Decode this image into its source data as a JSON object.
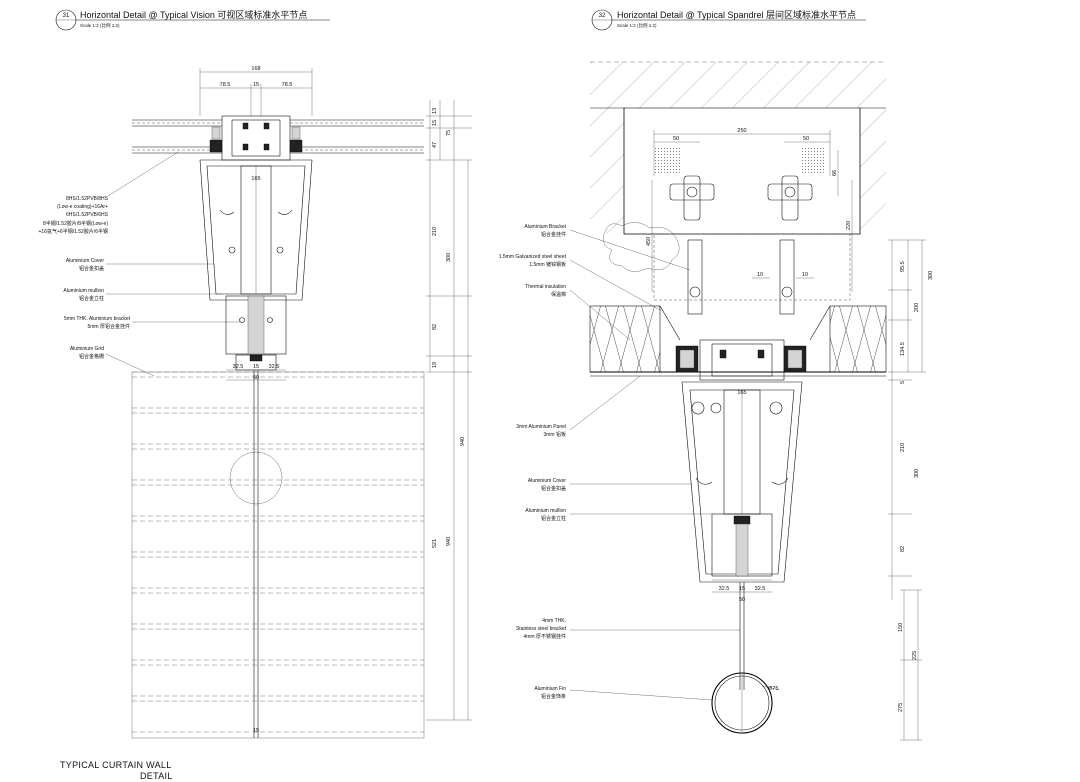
{
  "sheet": {
    "footer_line1": "TYPICAL CURTAIN WALL",
    "footer_line2": "DETAIL"
  },
  "detail_left": {
    "number": "31",
    "title": "Horizontal Detail @ Typical Vision 可视区域标准水平节点",
    "scale": "Scale 1:2 (比例 1:2)",
    "labels": {
      "glass_en_1": "8HS/1.52PVB/8HS",
      "glass_en_2": "(Low-e coating)+16Ar+",
      "glass_en_3": "6HS/1.52PVB/6HS",
      "glass_cn_1": "8半钢/1.52胶片/8半钢(Low-e)",
      "glass_cn_2": "+16氩气+6半钢/1.52胶片/6半钢",
      "cover_en": "Aluminium Cover",
      "cover_cn": "铝合金扣盖",
      "mullion_en": "Aluminium mullion",
      "mullion_cn": "铝合金立柱",
      "bracket_en": "5mm THK. Aluminium bracket",
      "bracket_cn": "5mm 厚铝合金挂件",
      "grid_en": "Aluminium Grid",
      "grid_cn": "铝合金格栅"
    },
    "dims": {
      "top": "168",
      "top_left": "78.5",
      "top_mid": "15",
      "top_right": "78.5",
      "inner": "165",
      "base_left": "32.5",
      "base_mid": "15",
      "base_right": "32.5",
      "base_total": "50",
      "r1": "13",
      "r2": "15",
      "r3": "47",
      "r_total": "75",
      "v1": "210",
      "v2": "82",
      "v_sum": "300",
      "v3": "19",
      "v4": "521",
      "v_long": "940",
      "v_total": "940",
      "bottom": "15"
    }
  },
  "detail_right": {
    "number": "32",
    "title": "Horizontal Detail @ Typical Spandrel 层间区域标准水平节点",
    "scale": "Scale 1:2 (比例 1:2)",
    "labels": {
      "bracket_en": "Aluminium Bracket",
      "bracket_cn": "铝合金挂件",
      "steel_en": "1.5mm Galvanized steel sheet",
      "steel_cn": "1.5mm 镀锌钢板",
      "insul_en": "Thermal insulation",
      "insul_cn": "保温棉",
      "panel_en": "3mm Aluminium Panel",
      "panel_cn": "3mm 铝板",
      "cover_en": "Aluminium Cover",
      "cover_cn": "铝合金扣盖",
      "mullion_en": "Aluminium mullion",
      "mullion_cn": "铝合金立柱",
      "ss_en_1": "4mm THK.",
      "ss_en_2": "Stainless steel bracket",
      "ss_cn": "4mm 厚不锈钢挂件",
      "fin_en": "Aluminium Fin",
      "fin_cn": "铝合金饰条"
    },
    "dims": {
      "top": "250",
      "top_left": "50",
      "top_right": "50",
      "slot": "66",
      "left_v": "450",
      "right_v": "220",
      "gap_left": "10",
      "gap_right": "10",
      "inner": "165",
      "r1": "95.5",
      "r2": "200",
      "r3": "134.5",
      "r_sum": "300",
      "r4": "5",
      "v1": "210",
      "v_sum": "300",
      "v2": "82",
      "base_left": "32.5",
      "base_mid": "15",
      "base_right": "32.5",
      "base_total": "50",
      "f1": "150",
      "f2": "225",
      "f3": "275",
      "fin_dia": "Ø75"
    }
  }
}
